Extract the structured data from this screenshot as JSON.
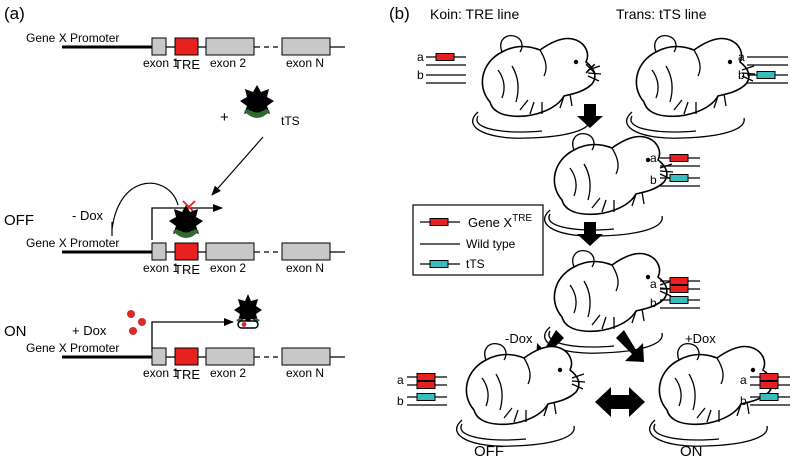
{
  "panel_a": {
    "label": "(a)",
    "promoter": "Gene X Promoter",
    "exon1": "exon 1",
    "tre": "TRE",
    "exon2": "exon 2",
    "exonN": "exon N",
    "plus": "+",
    "tts": "tTS",
    "off": "OFF",
    "minus_dox": "- Dox",
    "on": "ON",
    "plus_dox": "+ Dox"
  },
  "panel_b": {
    "label": "(b)",
    "koin": "Koin: TRE line",
    "trans": "Trans: tTS line",
    "cross": "×",
    "allele_a": "a",
    "allele_b": "b",
    "legend": {
      "gene_x": "Gene X",
      "gene_x_sup": "TRE",
      "wild_type": "Wild type",
      "tts": "tTS"
    },
    "minus_dox": "-Dox",
    "plus_dox": "+Dox",
    "off": "OFF",
    "on": "ON"
  },
  "colors": {
    "tre_red": "#e8201e",
    "tts_teal": "#3bbcbc",
    "exon_gray": "#c8c8c8",
    "tts_green": "#2d6a2d",
    "dox_red": "#d82a2a"
  }
}
